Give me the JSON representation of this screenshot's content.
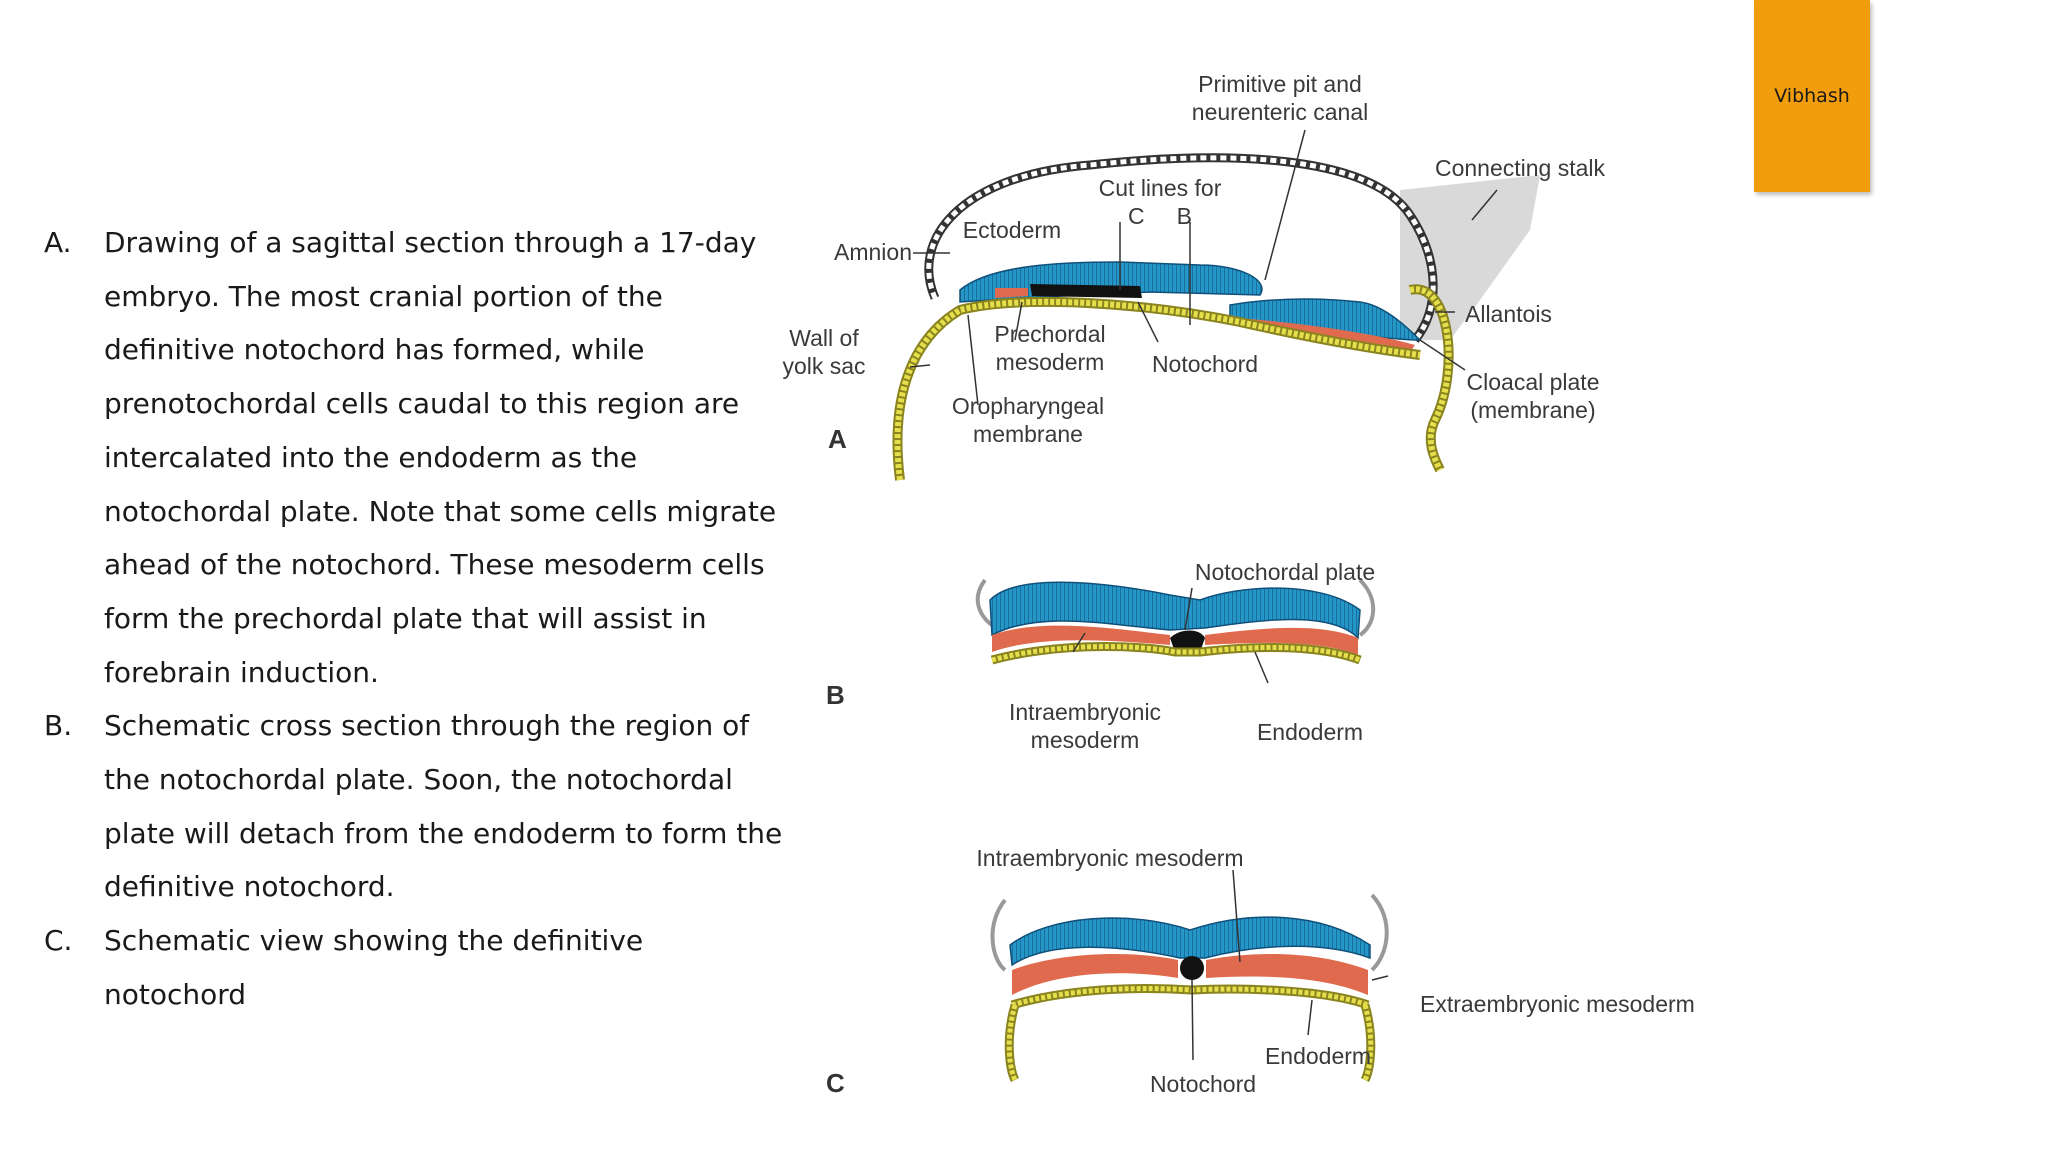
{
  "captions": [
    {
      "marker": "A.",
      "text": "Drawing of a sagittal section through a 17-day embryo. The most cranial portion of the definitive notochord has formed, while prenotochordal cells caudal to this region are intercalated into the endoderm as the notochordal plate. Note that some cells migrate ahead of the notochord. These mesoderm cells form the prechordal plate that will assist in forebrain induction."
    },
    {
      "marker": "B.",
      "text": "Schematic cross section through the region of the notochordal plate. Soon, the notochordal plate will detach from the endoderm to form the definitive notochord."
    },
    {
      "marker": "C.",
      "text": "Schematic view showing the definitive notochord"
    }
  ],
  "name_tag": "Vibhash",
  "colors": {
    "ectoderm": "#2596c8",
    "mesoderm": "#e06a4e",
    "endoderm": "#e6df4c",
    "tag": "#f29e0c"
  },
  "figure": {
    "panel_a": {
      "letter": "A",
      "labels": {
        "primitive_pit": "Primitive pit and\nneurenteric canal",
        "connecting_stalk": "Connecting stalk",
        "cut_lines": "Cut lines for\nC     B",
        "ectoderm": "Ectoderm",
        "amnion": "Amnion",
        "wall_yolk_sac": "Wall of\nyolk sac",
        "prechordal_mesoderm": "Prechordal\nmesoderm",
        "notochord": "Notochord",
        "oropharyngeal": "Oropharyngeal\nmembrane",
        "allantois": "Allantois",
        "cloacal_plate": "Cloacal plate\n(membrane)"
      }
    },
    "panel_b": {
      "letter": "B",
      "labels": {
        "notochordal_plate": "Notochordal plate",
        "intraembryonic_mesoderm": "Intraembryonic\nmesoderm",
        "endoderm": "Endoderm"
      }
    },
    "panel_c": {
      "letter": "C",
      "labels": {
        "intraembryonic_mesoderm": "Intraembryonic mesoderm",
        "extraembryonic_mesoderm": "Extraembryonic mesoderm",
        "endoderm": "Endoderm",
        "notochord": "Notochord"
      }
    }
  }
}
